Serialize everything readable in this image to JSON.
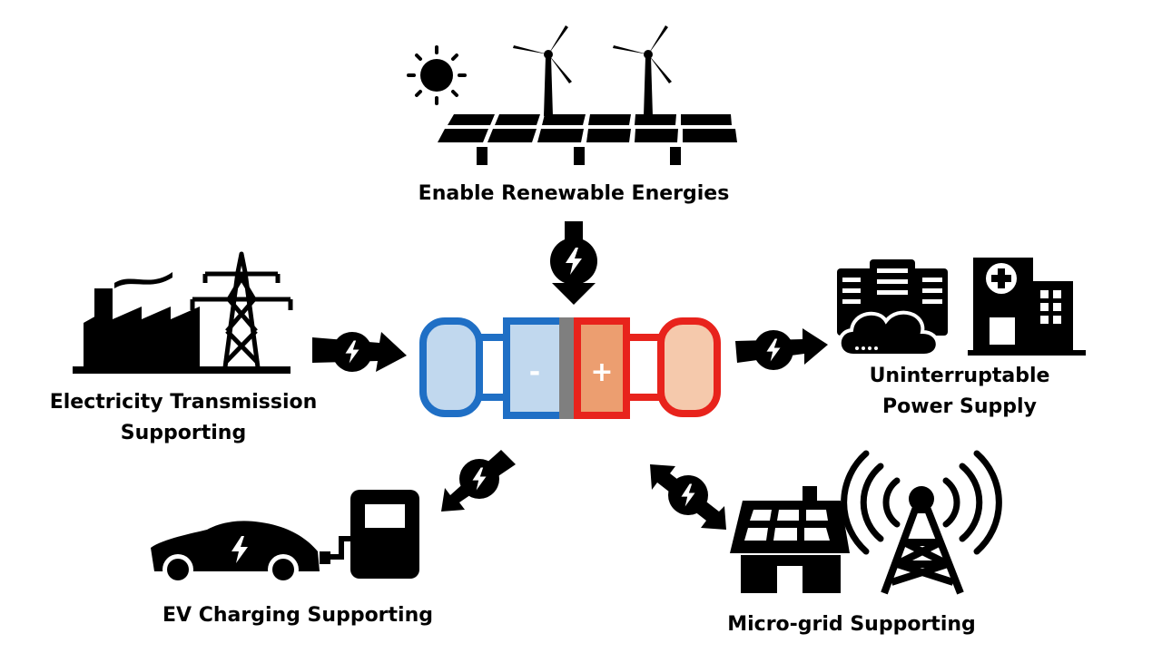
{
  "labels": {
    "renewable": "Enable Renewable Energies",
    "transmission_line1": "Electricity Transmission",
    "transmission_line2": "Supporting",
    "ups_line1": "Uninterruptable",
    "ups_line2": "Power Supply",
    "ev": "EV Charging Supporting",
    "microgrid": "Micro-grid Supporting"
  },
  "battery": {
    "negative_sign": "-",
    "positive_sign": "+",
    "colors": {
      "negative_border": "#1f6fc5",
      "negative_fill": "#c1d8ee",
      "positive_border": "#e8231c",
      "positive_fill": "#f5c9ac",
      "cathode_fill": "#ec9e70",
      "separator": "#7f7f7f"
    }
  },
  "icons": {
    "renewable": [
      "sun-icon",
      "wind-turbine-icon",
      "solar-panel-icon"
    ],
    "transmission": [
      "factory-icon",
      "transmission-tower-icon"
    ],
    "ups": [
      "server-rack-icon",
      "cloud-icon",
      "hospital-icon",
      "office-building-icon"
    ],
    "ev": [
      "electric-car-icon",
      "charging-station-icon"
    ],
    "microgrid": [
      "solar-house-icon",
      "radio-tower-icon"
    ]
  }
}
